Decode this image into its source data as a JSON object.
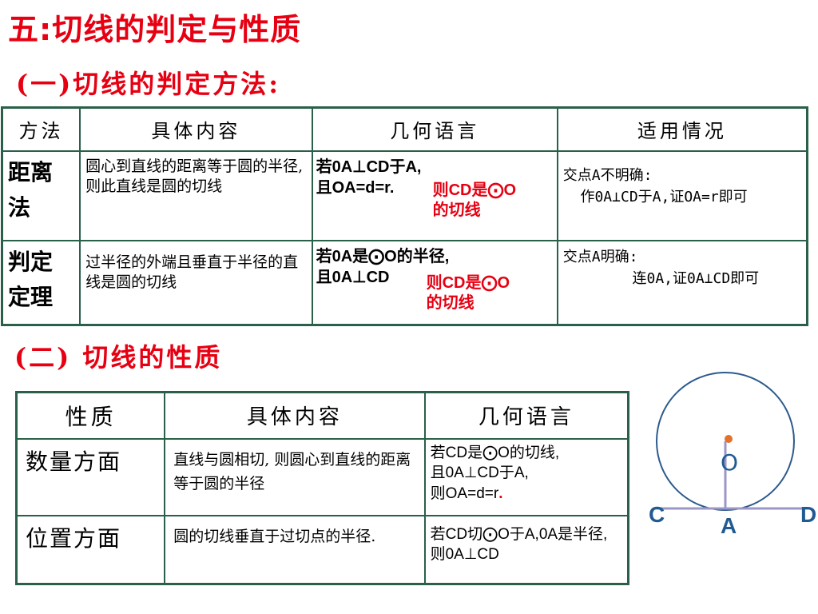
{
  "title": "五:切线的判定与性质",
  "section1": "(一)切线的判定方法:",
  "section2": "(二) 切线的性质",
  "table1": {
    "headers": [
      "方法",
      "具体内容",
      "几何语言",
      "适用情况"
    ],
    "rows": [
      {
        "method": "距离法",
        "content": "圆心到直线的距离等于圆的半径,则此直线是圆的切线",
        "geo_black": "若0A⊥CD于A,\n且OA=d=r.",
        "geo_red": "则CD是⨀O\n的切线",
        "usage": "交点A不明确:\n  作0A⊥CD于A,证OA=r即可"
      },
      {
        "method": "判定定理",
        "content": "过半径的外端且垂直于半径的直线是圆的切线",
        "geo_black": "若0A是⨀O的半径,\n且0A⊥CD",
        "geo_red": "则CD是⨀O\n的切线",
        "usage": "交点A明确:\n        连0A,证0A⊥CD即可"
      }
    ]
  },
  "table2": {
    "headers": [
      "性质",
      "具体内容",
      "几何语言"
    ],
    "rows": [
      {
        "prop": "数量方面",
        "content": "直线与圆相切, 则圆心到直线的距离等于圆的半径",
        "geo_black": "若CD是⨀O的切线,\n且0A⊥CD于A,\n则OA=d=r",
        "geo_red": "."
      },
      {
        "prop": "位置方面",
        "content": "圆的切线垂直于过切点的半径.",
        "geo_black": "若CD切⨀O于A,0A是半径,则0A⊥CD",
        "geo_red": ""
      }
    ]
  },
  "diagram": {
    "labels": {
      "center": "O",
      "left": "C",
      "right": "D",
      "point": "A"
    },
    "colors": {
      "circle": "#2d5a8e",
      "line": "#9b97c7",
      "label": "#1f5a93",
      "center_dot": "#e2712a"
    }
  }
}
